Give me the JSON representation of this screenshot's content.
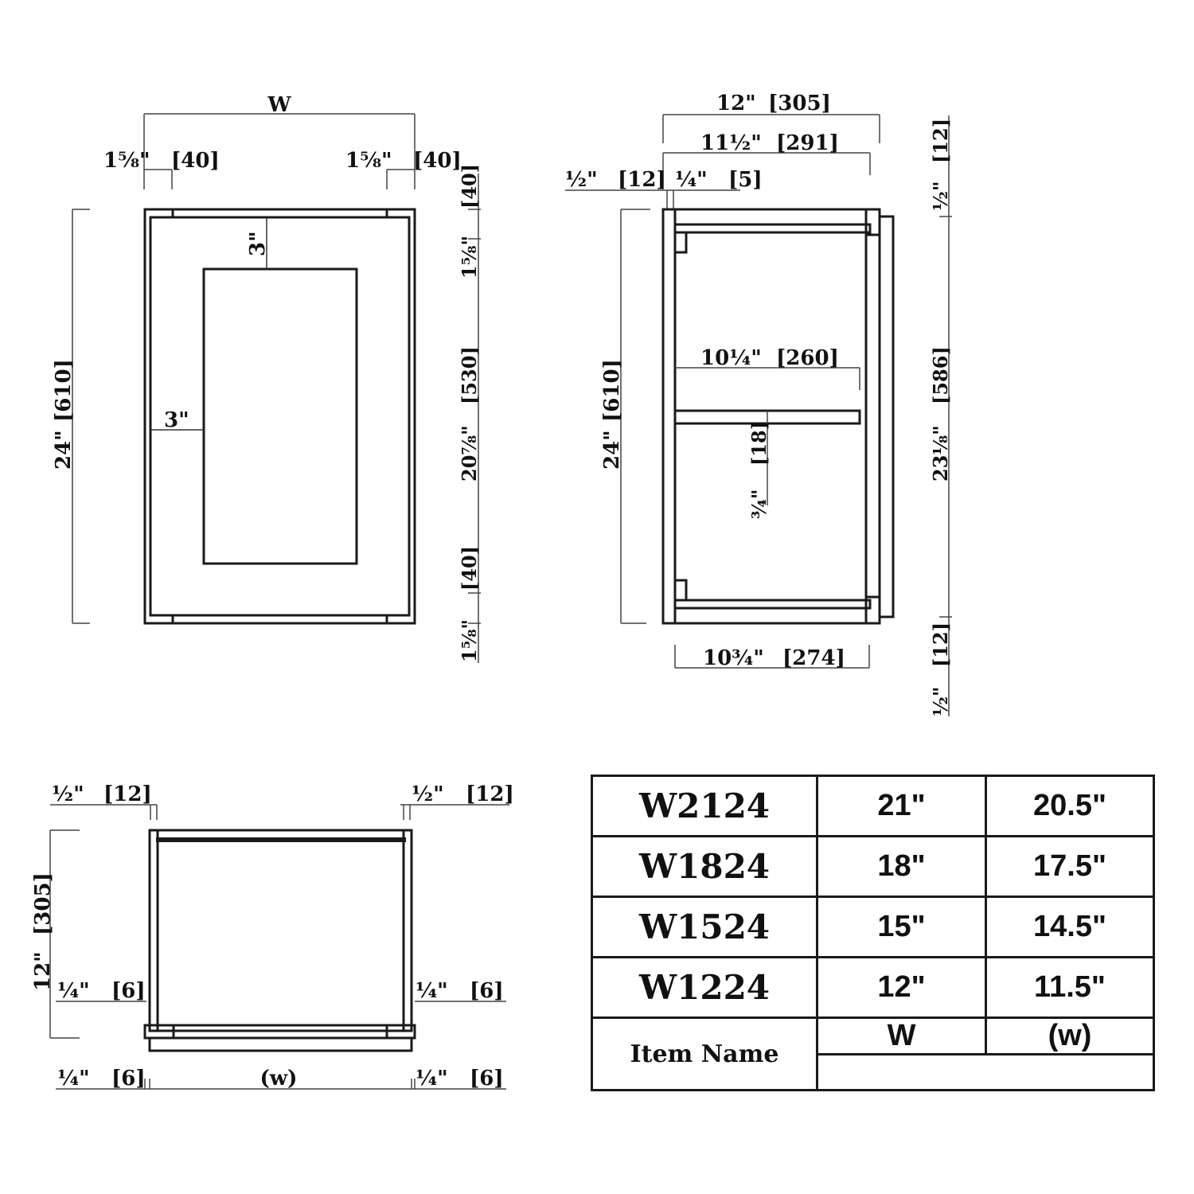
{
  "front_view": {
    "width_label": "W",
    "left_stile_in": "1⅝\"",
    "left_stile_mm": "[40]",
    "right_stile_in": "1⅝\"",
    "right_stile_mm": "[40]",
    "height_in": "24\"",
    "height_mm": "[610]",
    "panel_top_margin": "3\"",
    "panel_side_margin": "3\"",
    "top_rail_in": "1⅝\"",
    "top_rail_mm": "[40]",
    "inner_height_in": "20⅞\"",
    "inner_height_mm": "[530]",
    "bottom_rail_in": "1⅝\"",
    "bottom_rail_mm": "[40]"
  },
  "side_view": {
    "depth_in": "12\"",
    "depth_mm": "[305]",
    "box_depth_in": "11½\"",
    "box_depth_mm": "[291]",
    "door_in": "½\"",
    "door_mm": "[12]",
    "back_in": "¼\"",
    "back_mm": "[5]",
    "height_in": "24\"",
    "height_mm": "[610]",
    "shelf_depth_in": "10¼\"",
    "shelf_depth_mm": "[260]",
    "shelf_thick_in": "¾\"",
    "shelf_thick_mm": "[18]",
    "bottom_depth_in": "10¾\"",
    "bottom_depth_mm": "[274]",
    "top_gap_in": "½\"",
    "top_gap_mm": "[12]",
    "inner_height_in": "23⅛\"",
    "inner_height_mm": "[586]",
    "bottom_gap_in": "½\"",
    "bottom_gap_mm": "[12]"
  },
  "top_view": {
    "left_side_in": "½\"",
    "left_side_mm": "[12]",
    "right_side_in": "½\"",
    "right_side_mm": "[12]",
    "depth_in": "12\"",
    "depth_mm": "[305]",
    "left_offset_in": "¼\"",
    "left_offset_mm": "[6]",
    "right_offset_in": "¼\"",
    "right_offset_mm": "[6]",
    "bottom_left_in": "¼\"",
    "bottom_left_mm": "[6]",
    "bottom_right_in": "¼\"",
    "bottom_right_mm": "[6]",
    "inner_width_label": "(w)"
  },
  "size_table": {
    "rows": [
      {
        "item": "W2124",
        "W": "21\"",
        "w": "20.5\""
      },
      {
        "item": "W1824",
        "W": "18\"",
        "w": "17.5\""
      },
      {
        "item": "W1524",
        "W": "15\"",
        "w": "14.5\""
      },
      {
        "item": "W1224",
        "W": "12\"",
        "w": "11.5\""
      }
    ],
    "header": {
      "item": "Item Name",
      "W": "W",
      "w": "(w)"
    }
  }
}
